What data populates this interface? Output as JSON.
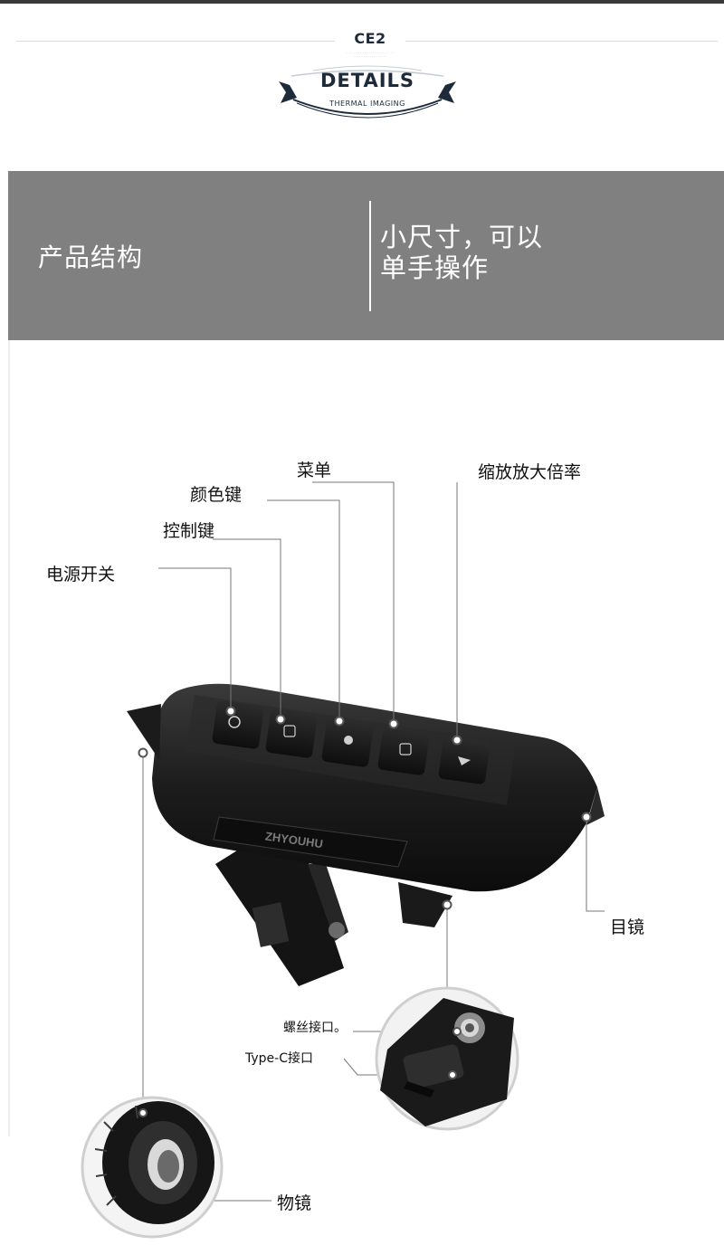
{
  "header": {
    "model": "CE2",
    "badge_title": "DETAILS",
    "badge_subtitle": "THERMAL IMAGING"
  },
  "banner": {
    "section_title": "产品结构",
    "tagline_line1": "小尺寸，可以",
    "tagline_line2": "单手操作"
  },
  "device": {
    "brand_text": "ZHYOUHU"
  },
  "callouts": {
    "menu": "菜单",
    "zoom": "缩放放大倍率",
    "color_key": "颜色键",
    "control_key": "控制键",
    "power_switch": "电源开关",
    "eyepiece": "目镜",
    "screw_mount": "螺丝接口。",
    "type_c_port": "Type-C接口",
    "objective_lens": "物镜"
  },
  "colors": {
    "banner_bg": "#808080",
    "title_navy": "#1d2a3a",
    "device_body": "#1e1e1e"
  }
}
